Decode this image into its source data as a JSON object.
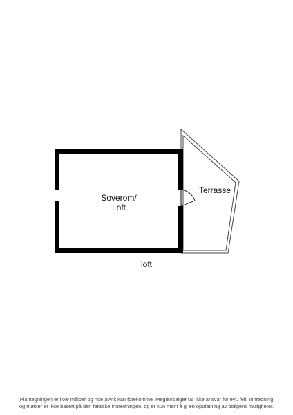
{
  "floorplan": {
    "rooms": [
      {
        "id": "soverom",
        "lines": [
          "Soverom/",
          "Loft"
        ]
      },
      {
        "id": "terrasse",
        "lines": [
          "Terrasse"
        ]
      }
    ],
    "floor_label": "loft"
  },
  "disclaimer": {
    "line1": "Plantegningen er ikke målbar og noe avvik kan forekomme. Megler/selger tar ikke ansvar for evt. feil. Innredning",
    "line2": "og møbler er ikke basert på den faktiske innredningen, og er kun ment å gi en oppfatning av boligens muligheter."
  },
  "colors": {
    "wall": "#000000",
    "terrace_outline": "#444444",
    "text": "#111111"
  }
}
